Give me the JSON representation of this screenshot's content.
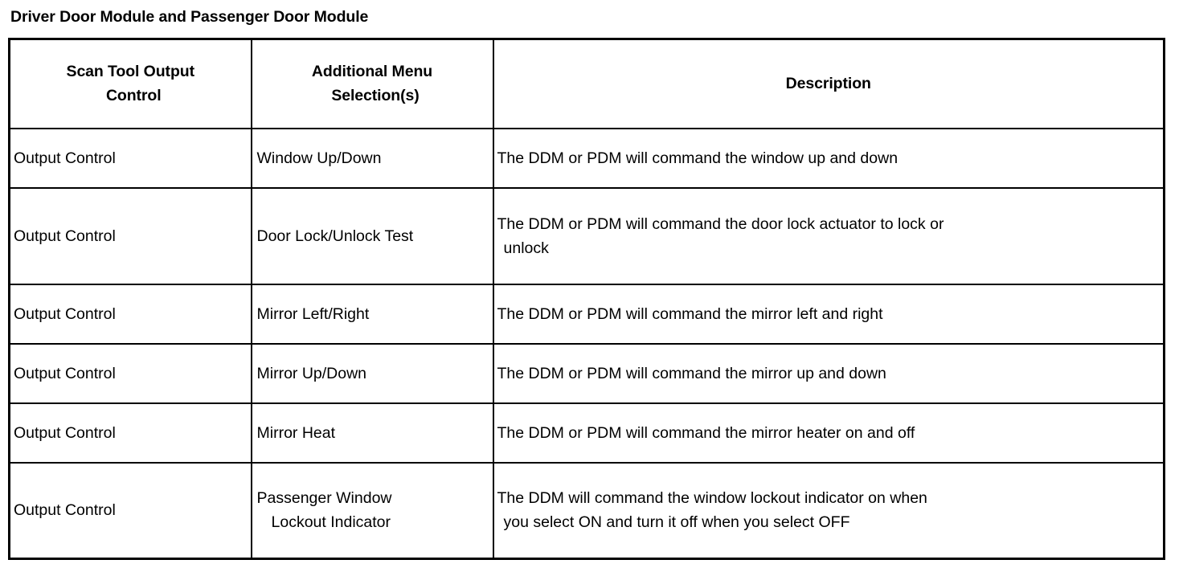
{
  "document": {
    "title": "Driver Door Module and Passenger Door Module"
  },
  "table": {
    "headers": {
      "col1": "Scan Tool Output Control",
      "col1_line1": "Scan Tool Output",
      "col1_line2": "Control",
      "col2": "Additional Menu Selection(s)",
      "col2_line1": "Additional Menu",
      "col2_line2": "Selection(s)",
      "col3": "Description"
    },
    "rows": [
      {
        "scan_tool_output_control": "Output Control",
        "additional_menu_selection": "Window Up/Down",
        "additional_menu_selection_line1": "Window Up/Down",
        "additional_menu_selection_line2": "",
        "description": "The DDM or PDM will command the window up and down",
        "description_line1": "The DDM or PDM will command the window up and down",
        "description_line2": ""
      },
      {
        "scan_tool_output_control": "Output Control",
        "additional_menu_selection": "Door Lock/Unlock Test",
        "additional_menu_selection_line1": "Door Lock/Unlock Test",
        "additional_menu_selection_line2": "",
        "description": "The DDM or PDM will command the door lock actuator to lock or unlock",
        "description_line1": "The DDM or PDM will command the door lock actuator to lock or",
        "description_line2": "unlock"
      },
      {
        "scan_tool_output_control": "Output Control",
        "additional_menu_selection": "Mirror Left/Right",
        "additional_menu_selection_line1": "Mirror Left/Right",
        "additional_menu_selection_line2": "",
        "description": "The DDM or PDM will command the mirror left and right",
        "description_line1": "The DDM or PDM will command the mirror left and right",
        "description_line2": ""
      },
      {
        "scan_tool_output_control": "Output Control",
        "additional_menu_selection": "Mirror Up/Down",
        "additional_menu_selection_line1": "Mirror Up/Down",
        "additional_menu_selection_line2": "",
        "description": "The DDM or PDM will command the mirror up and down",
        "description_line1": "The DDM or PDM will command the mirror up and down",
        "description_line2": ""
      },
      {
        "scan_tool_output_control": "Output Control",
        "additional_menu_selection": "Mirror Heat",
        "additional_menu_selection_line1": "Mirror Heat",
        "additional_menu_selection_line2": "",
        "description": "The DDM or PDM will command the mirror heater on and off",
        "description_line1": "The DDM or PDM will command the mirror heater on and off",
        "description_line2": ""
      },
      {
        "scan_tool_output_control": "Output Control",
        "additional_menu_selection": "Passenger Window Lockout Indicator",
        "additional_menu_selection_line1": "Passenger Window",
        "additional_menu_selection_line2": "Lockout Indicator",
        "description": "The DDM will command the window lockout indicator on when you select ON and turn it off when you select OFF",
        "description_line1": "The DDM will command the window lockout indicator on when",
        "description_line2": "you select ON and turn it off when you select OFF"
      }
    ]
  },
  "colors": {
    "text": "#000000",
    "border": "#000000",
    "background": "#ffffff"
  }
}
